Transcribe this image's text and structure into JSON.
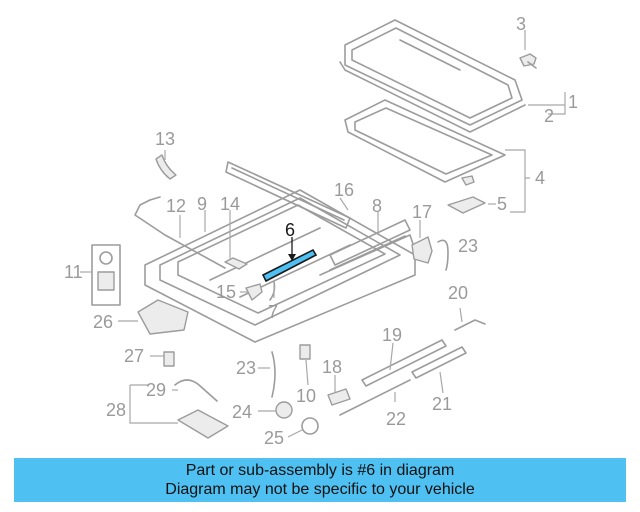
{
  "diagram": {
    "highlighted_part": "6",
    "highlight_color": "#4fc0f2",
    "callouts": [
      "1",
      "2",
      "3",
      "4",
      "5",
      "6",
      "7",
      "8",
      "9",
      "10",
      "11",
      "12",
      "13",
      "14",
      "15",
      "16",
      "17",
      "18",
      "19",
      "20",
      "21",
      "22",
      "23",
      "23",
      "24",
      "25",
      "26",
      "27",
      "28",
      "29"
    ]
  },
  "banner": {
    "line1": "Part or sub-assembly is #6 in diagram",
    "line2": "Diagram may not be specific to your vehicle",
    "background_color": "#4fc0f2"
  }
}
